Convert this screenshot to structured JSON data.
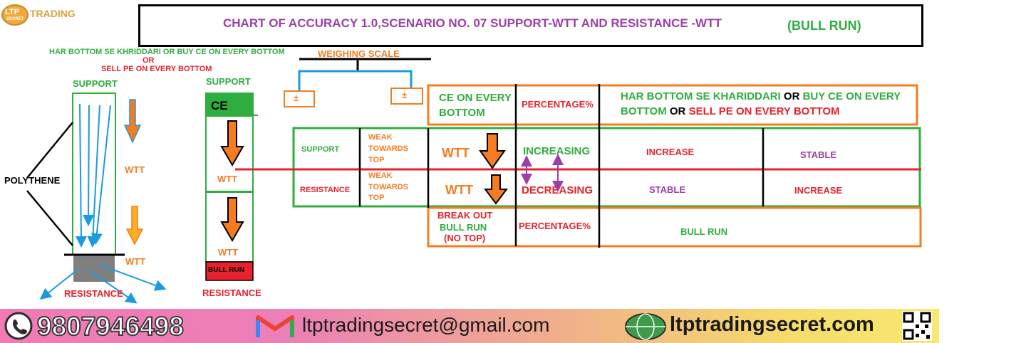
{
  "header": {
    "brand": "TRADING",
    "logo_text": "LTP",
    "logo_subtext": "SECRET",
    "title_main": "CHART OF ACCURACY 1.0,SCENARIO NO. 07 SUPPORT-WTT AND RESISTANCE -WTT",
    "title_tag": "(BULL RUN)"
  },
  "left_notes": {
    "line1": "HAR BOTTOM SE KHRIDDARI OR BUY CE ON EVERY BOTTOM",
    "line2": "OR",
    "line3": "SELL PE ON EVERY BOTTOM"
  },
  "polythene_diagram": {
    "support_label": "SUPPORT",
    "polythene_label": "POLYTHENE",
    "resistance_label": "RESISTANCE",
    "wtt_top": "WTT",
    "wtt_bottom": "WTT"
  },
  "ce_column": {
    "support_label": "SUPPORT",
    "ce_label": "CE",
    "wtt_top": "WTT",
    "wtt_bottom": "WTT",
    "bull_run_label": "BULL RUN",
    "resistance_label": "RESISTANCE"
  },
  "weighing_scale": {
    "label": "WEIGHING  SCALE",
    "left_pan": "±",
    "right_pan": "±"
  },
  "table": {
    "header": {
      "col1": "CE ON EVERY",
      "col1b": "BOTTOM",
      "col2": "PERCENTAGE%",
      "col3a_green": "HAR BOTTOM SE KHARIDDARI",
      "col3a_black": "OR",
      "col3a_green2": "BUY CE ON EVERY",
      "col3b_green": "BOTTOM",
      "col3b_black": "OR",
      "col3b_red": "SELL PE ON EVERY BOTTOM"
    },
    "support_row": {
      "label": "SUPPORT",
      "desc1": "WEAK",
      "desc2": "TOWARDS",
      "desc3": "TOP",
      "wtt": "WTT",
      "trend": "INCREASING",
      "col_a": "INCREASE",
      "col_b": "STABLE"
    },
    "resistance_row": {
      "label": "RESISTANCE",
      "desc1": "WEAK",
      "desc2": "TOWARDS",
      "desc3": "TOP",
      "wtt": "WTT",
      "trend": "DECREASING",
      "col_a": "STABLE",
      "col_b": "INCREASE"
    },
    "footer_row": {
      "breakout1": "BREAK OUT",
      "breakout2": "BULL RUN",
      "breakout3": "(NO TOP)",
      "percentage": "PERCENTAGE%",
      "result": "BULL RUN"
    }
  },
  "footer": {
    "phone": "9807946498",
    "email": "ltptradingsecret@gmail.com",
    "website": "ltptradingsecret.com",
    "phone_icon": "whatsapp-icon",
    "email_icon": "gmail-icon",
    "web_icon": "globe-icon",
    "qr_icon": "qr-code-icon"
  },
  "colors": {
    "green": "#2eae3e",
    "orange": "#f57c1f",
    "red": "#e8222c",
    "purple": "#9b3fa8",
    "blue": "#1a9be0"
  }
}
